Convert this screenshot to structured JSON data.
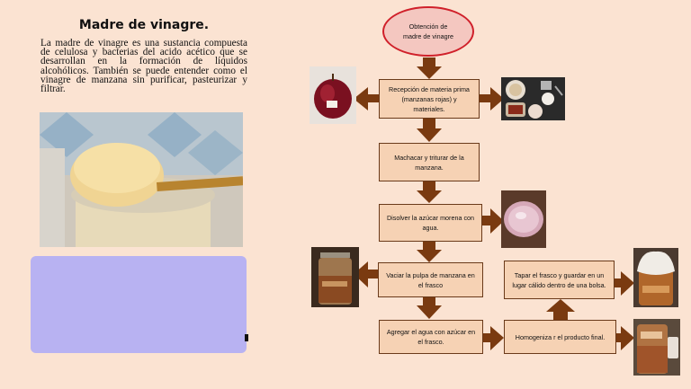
{
  "left_panel": {
    "title": "Madre de vinagre.",
    "paragraph": "La madre de vinagre es una sustancia compuesta de celulosa y bacterias del acido acético que se desarrollan en la formación de líquidos alcohólicos. También se puede entender como el vinagre de manzana sin purificar, pasteurizar y filtrar."
  },
  "flowchart": {
    "start": "Obtención de madre de vinagre",
    "steps": [
      "Recepción de materia prima (manzanas rojas) y materiales.",
      "Machacar y triturar de la manzana.",
      "Disolver la azúcar morena con agua.",
      "Vaciar la pulpa de manzana en el frasco",
      "Agregar el agua con azúcar en el frasco.",
      "Homogeniza r el producto final.",
      "Tapar el frasco y guardar en un lugar cálido dentro de una bolsa."
    ]
  },
  "colors": {
    "background": "#fbe3d2",
    "box_fill": "#f6d2b4",
    "box_border": "#6a3a1a",
    "arrow": "#7a3a10",
    "ellipse_fill": "#f4c7c0",
    "ellipse_border": "#d0202a",
    "placeholder_block": "#b8b2f2"
  }
}
